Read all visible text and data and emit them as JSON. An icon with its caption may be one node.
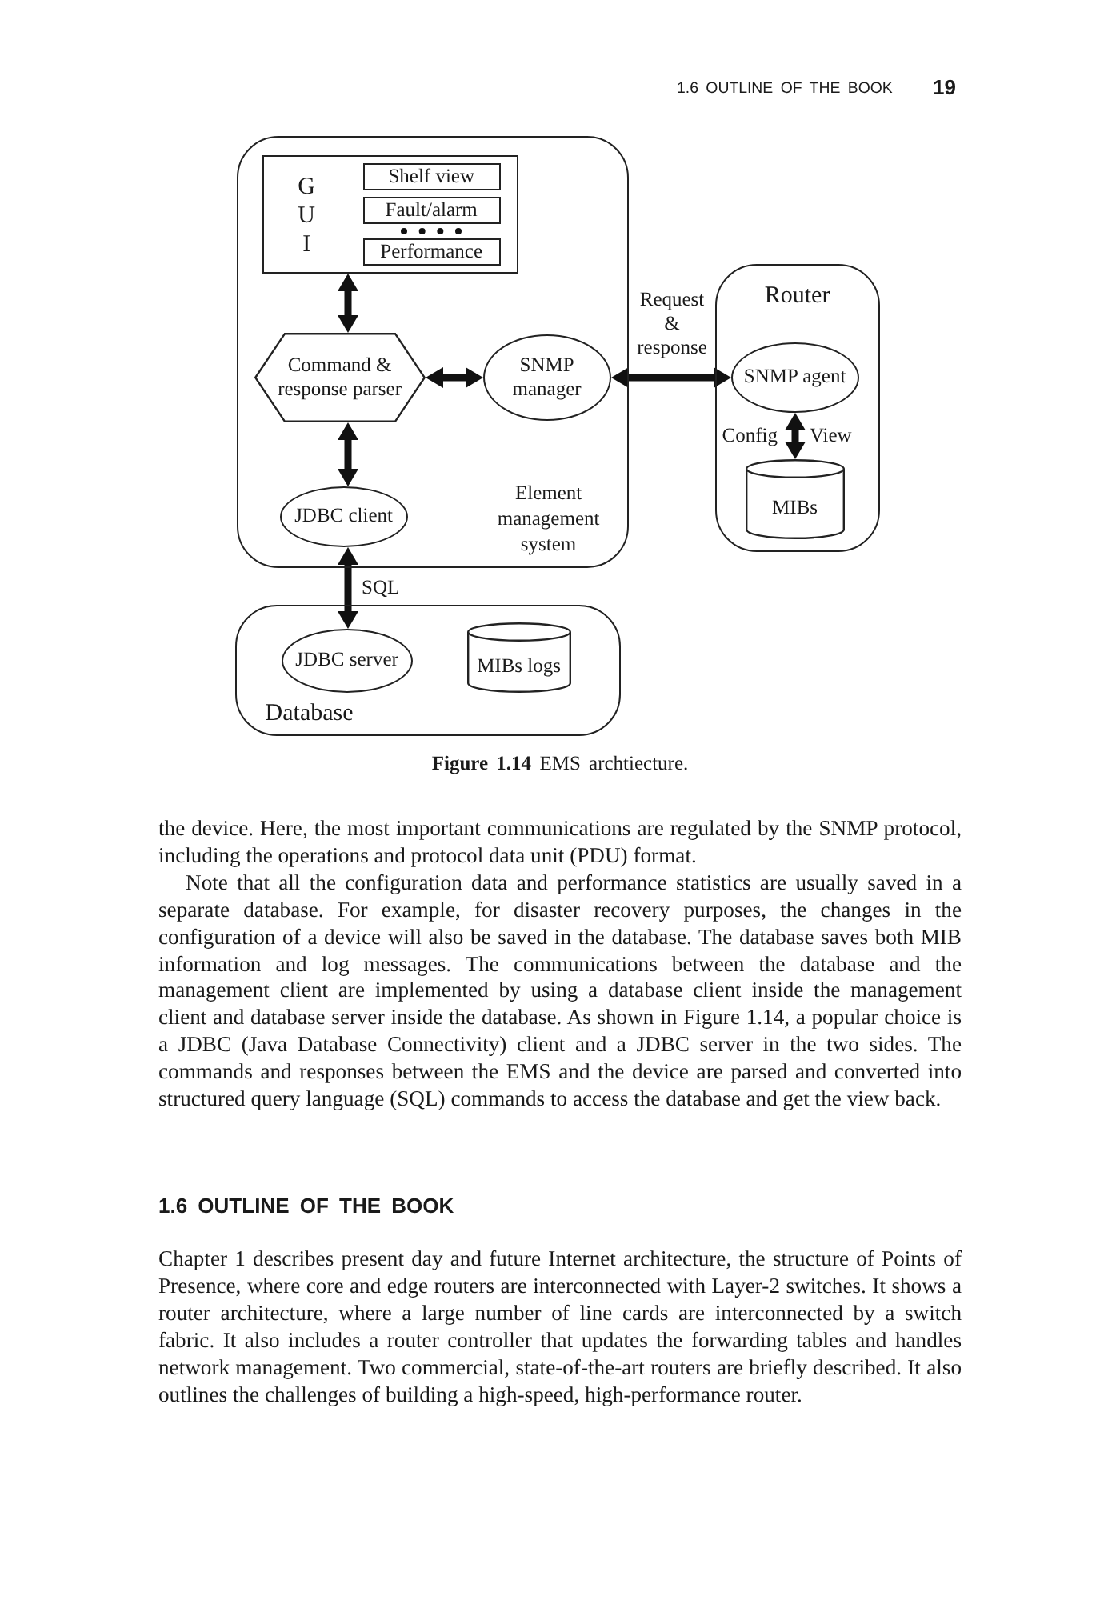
{
  "diagram": {
    "caption": "**Figure 1.14** EMS archtiecture.",
    "nodes": [
      {
        "text": [
          "Element management system"
        ]
      },
      {
        "text": [
          "G U I"
        ],
        "in": 0
      },
      {
        "text": [
          "Shelf view"
        ],
        "in": 1
      },
      {
        "text": [
          "Fault/alarm"
        ],
        "in": 1
      },
      {
        "text": [
          "Performance"
        ],
        "in": 1
      },
      {
        "text": [
          "Command & response parser"
        ],
        "in": 0
      },
      {
        "text": [
          "SNMP manager"
        ],
        "in": 0
      },
      {
        "text": [
          "JDBC client"
        ],
        "in": 0
      },
      {
        "text": [
          "Router"
        ]
      },
      {
        "text": [
          "SNMP agent"
        ],
        "in": 8
      },
      {
        "text": [
          "MIBs"
        ],
        "in": 8
      },
      {
        "text": [
          "Database"
        ]
      },
      {
        "text": [
          "JDBC server"
        ],
        "in": 11
      },
      {
        "text": [
          "MIBs logs"
        ],
        "in": 11
      }
    ],
    "edges": [
      {
        "from": 1,
        "to": 5,
        "arrow": "both"
      },
      {
        "from": 5,
        "to": 6,
        "arrow": "both"
      },
      {
        "from": 5,
        "to": 7,
        "arrow": "both"
      },
      {
        "from": 6,
        "to": 9,
        "arrow": "both",
        "label": "Request & response"
      },
      {
        "from": 9,
        "to": 10,
        "arrow": "both",
        "label": "Config"
      },
      {
        "from": 7,
        "to": 12,
        "arrow": "both",
        "label": "SQL"
      }
    ],
    "labels": [
      "1.6 OUTLINE OF THE BOOK",
      "19",
      "View",
      "the device. Here, the most important communications are regulated by the SNMP protocol, including the operations and protocol data unit (PDU) format.",
      "Note that all the configuration data and performance statistics are usually saved in a separate database. For example, for disaster recovery purposes, the changes in the configuration of a device will also be saved in the database. The database saves both MIB information and log messages. The communications between the database and the management client are implemented by using a database client inside the management client and database server inside the database. As shown in Figure 1.14, a popular choice is a JDBC (Java Database Connectivity) client and a JDBC server in the two sides. The commands and responses between the EMS and the device are parsed and converted into structured query language (SQL) commands to access the database and get the view back.",
      "1.6 OUTLINE OF THE BOOK",
      "Chapter 1 describes present day and future Internet architecture, the structure of Points of Presence, where core and edge routers are interconnected with Layer-2 switches. It shows a router architecture, where a large number of line cards are interconnected by a switch fabric. It also includes a router controller that updates the forwarding tables and handles network management. Two commercial, state-of-the-art routers are briefly described. It also outlines the challenges of building a high-speed, high-performance router."
    ]
  }
}
